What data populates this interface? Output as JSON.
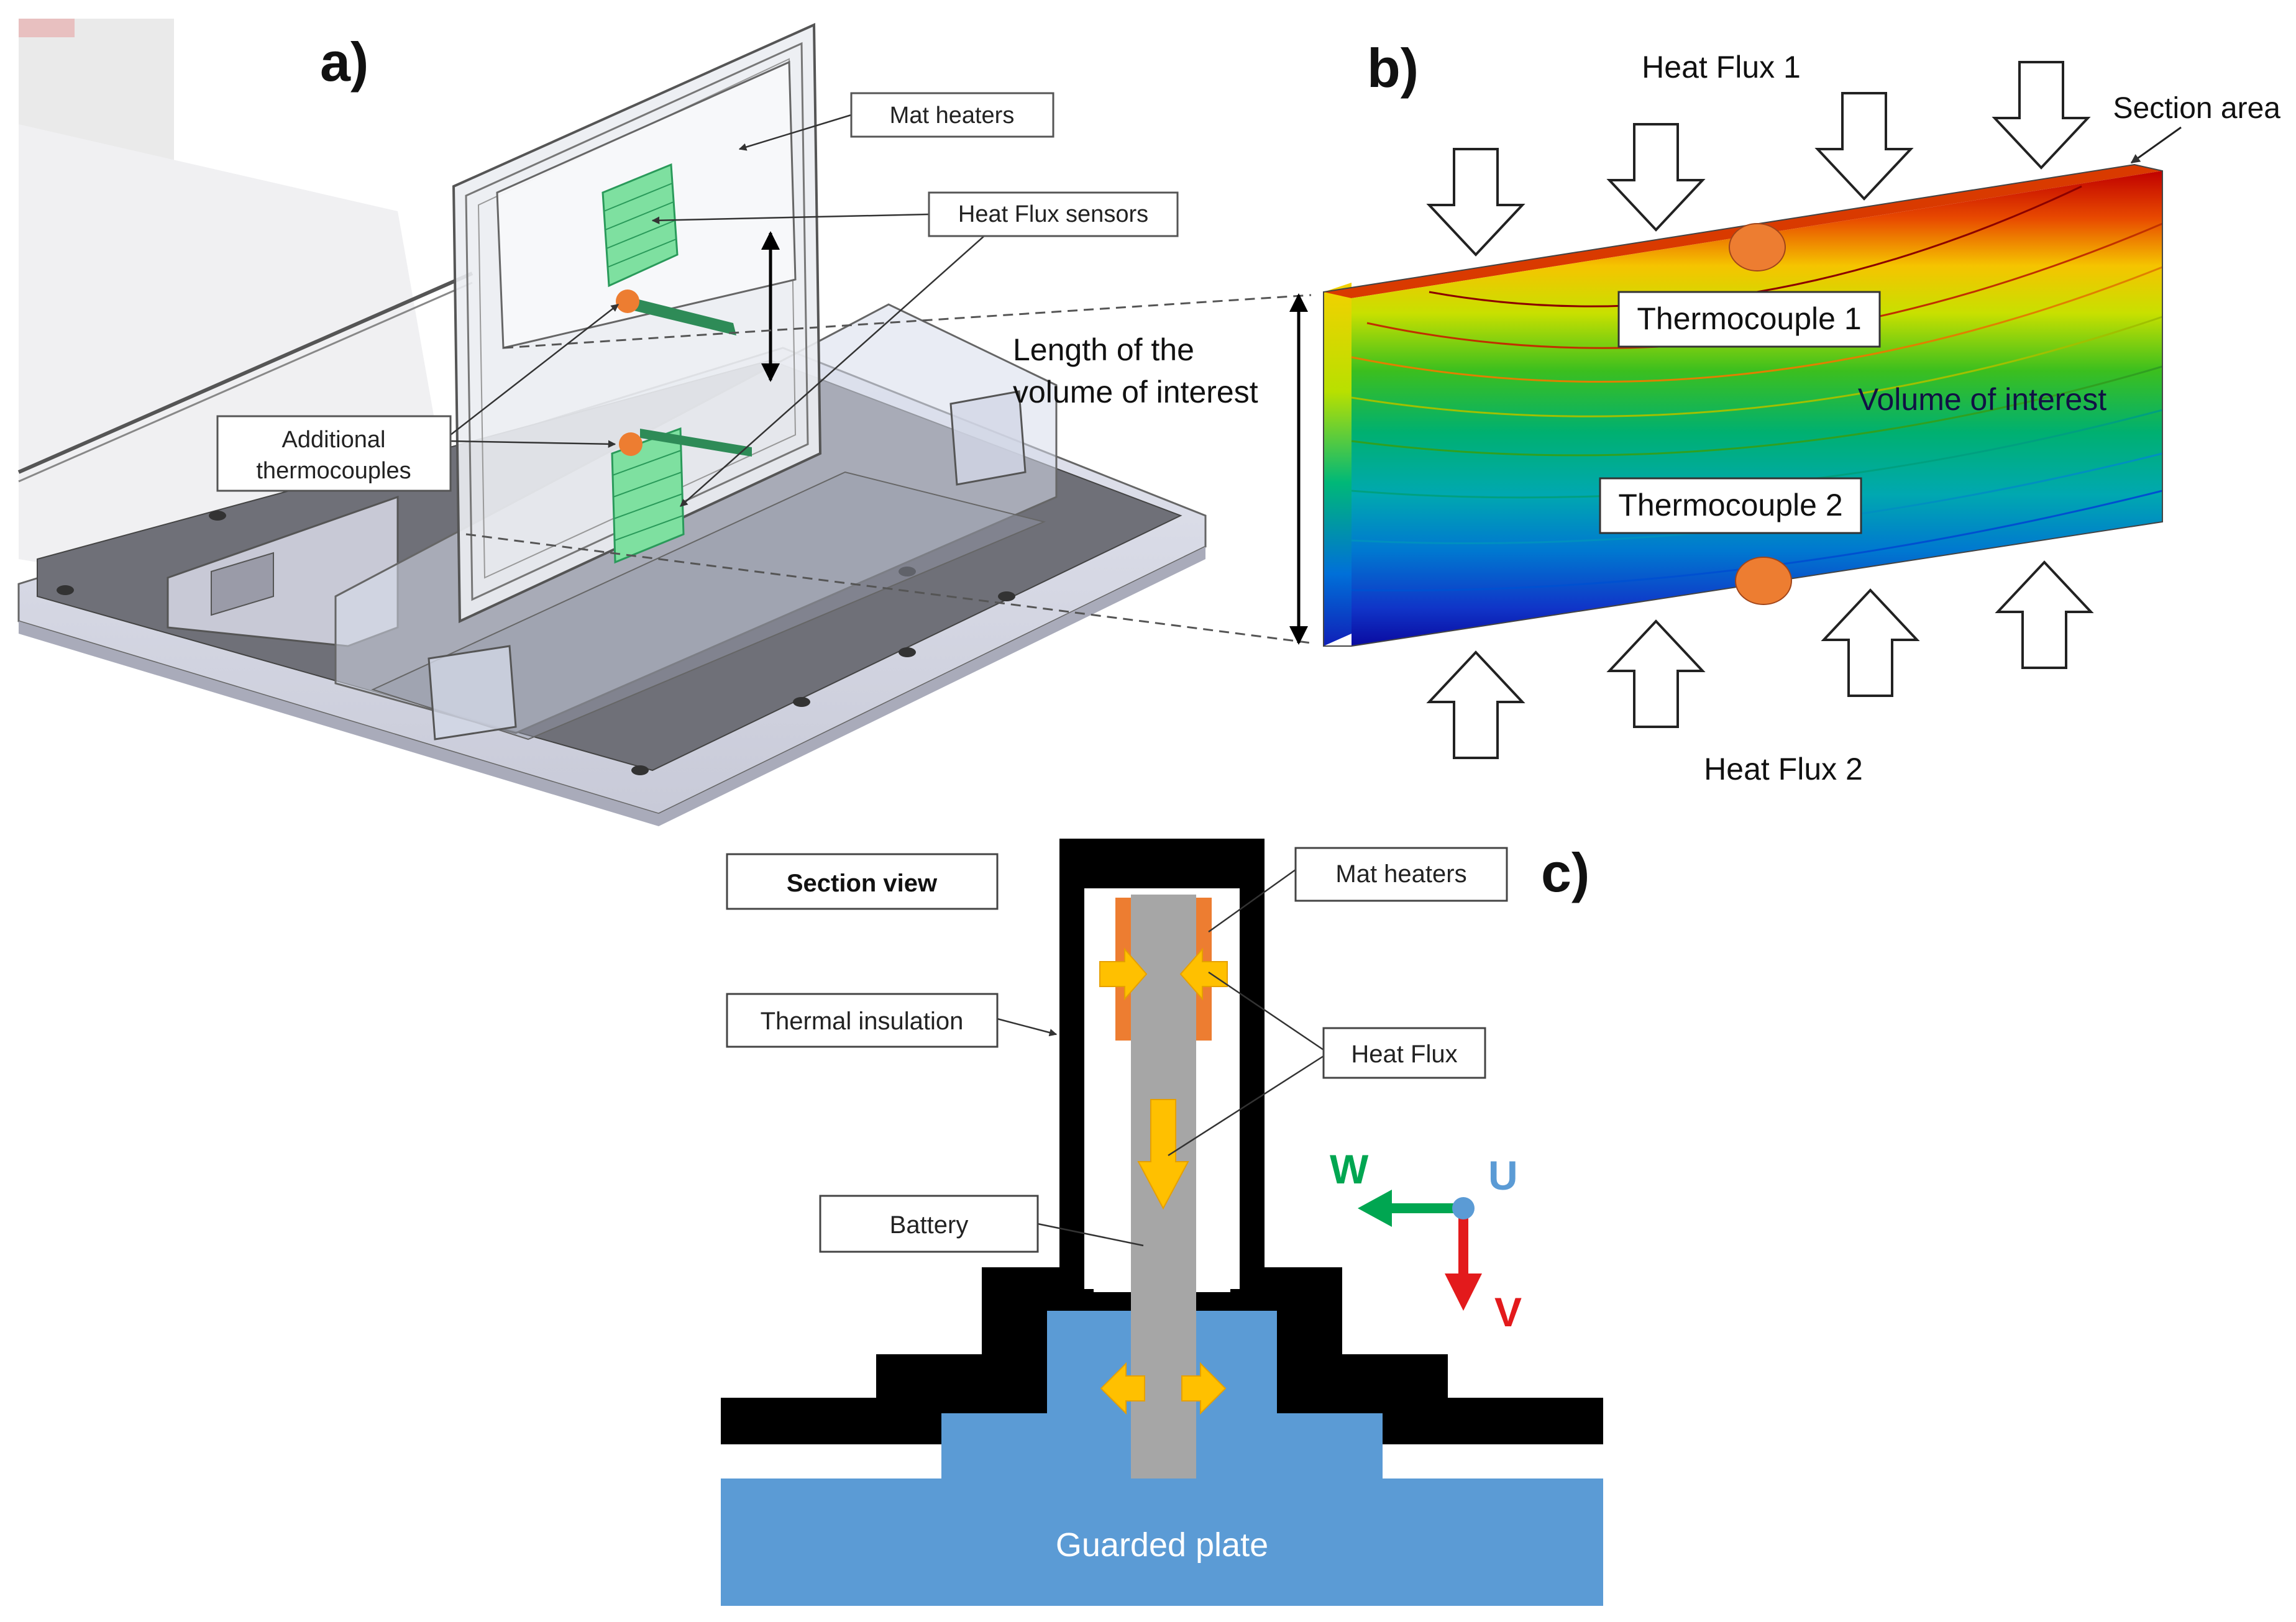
{
  "panel_a": {
    "label": "a)",
    "callouts": {
      "mat_heaters": "Mat heaters",
      "heat_flux_sensors": "Heat Flux sensors",
      "additional_thermocouples_line1": "Additional",
      "additional_thermocouples_line2": "thermocouples"
    },
    "length_label_line1": "Length of the",
    "length_label_line2": "volume of interest"
  },
  "panel_b": {
    "label": "b)",
    "heat_flux_1": "Heat Flux 1",
    "heat_flux_2": "Heat Flux 2",
    "section_area": "Section area",
    "thermocouple_1": "Thermocouple 1",
    "thermocouple_2": "Thermocouple 2",
    "volume_of_interest": "Volume of interest"
  },
  "panel_c": {
    "label": "c)",
    "section_view": "Section view",
    "mat_heaters": "Mat heaters",
    "thermal_insulation": "Thermal insulation",
    "heat_flux": "Heat Flux",
    "battery": "Battery",
    "guarded_plate": "Guarded plate",
    "axes": {
      "w": "W",
      "u": "U",
      "v": "V"
    }
  },
  "colors": {
    "insulation": "#000000",
    "guarded_plate": "#5b9bd5",
    "battery": "#a6a6a6",
    "mat_heater": "#ed7d31",
    "heat_flux_arrow": "#ffc000",
    "thermocouple": "#ed7d31",
    "sensor": "#7ee0a0",
    "axis_w": "#00a651",
    "axis_u": "#5b9bd5",
    "axis_v": "#e31a1c"
  }
}
